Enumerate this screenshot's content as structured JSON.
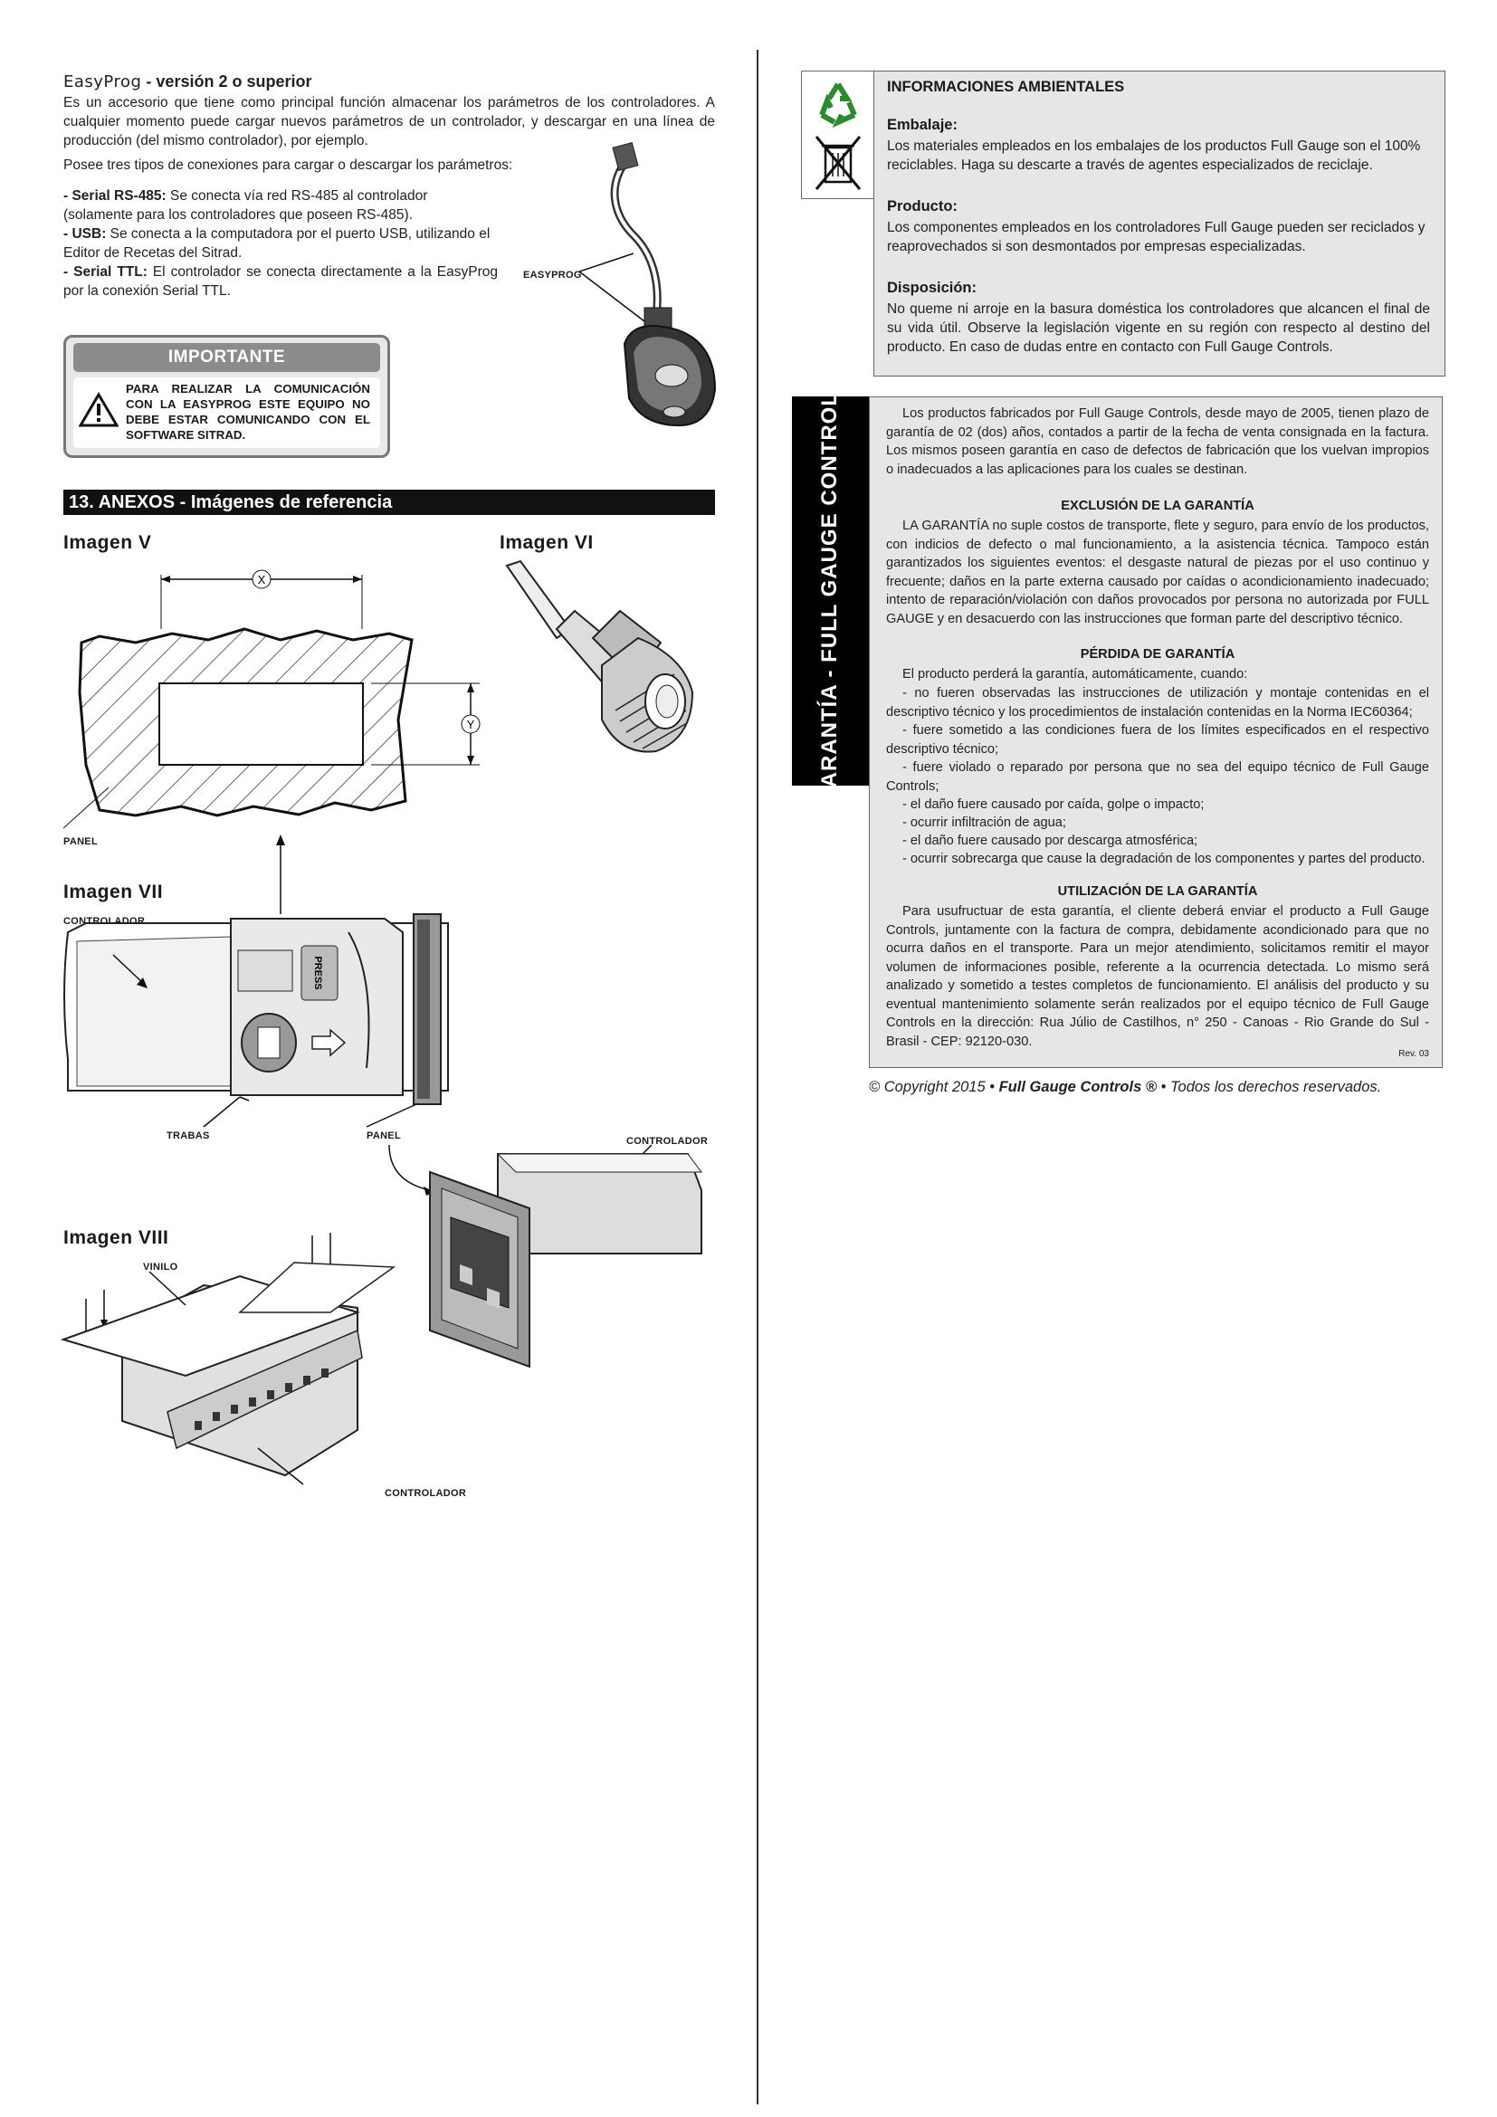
{
  "easyprog": {
    "title_brand": "EasyProg",
    "title_rest": " - versión 2 o superior",
    "intro": "Es un accesorio que tiene como principal función almacenar los parámetros de los controladores. A cualquier momento puede cargar nuevos parámetros de un controlador, y descargar en una línea de producción (del mismo controlador), por ejemplo.",
    "types_intro": "Posee tres tipos de conexiones para cargar o descargar los parámetros:",
    "items": [
      {
        "label": "- Serial RS-485:",
        "text": " Se conecta vía red RS-485 al controlador (solamente para los controladores que poseen RS-485)."
      },
      {
        "label": "- USB:",
        "text": " Se conecta a la computadora por el puerto USB, utilizando el Editor de Recetas del Sitrad."
      },
      {
        "label": "- Serial TTL:",
        "text": " El controlador se conecta directamente a la EasyProg por la conexión Serial TTL."
      }
    ],
    "figure_label": "EASYPROG"
  },
  "important": {
    "heading": "IMPORTANTE",
    "text": "PARA REALIZAR LA COMUNICACIÓN CON LA EASYPROG ESTE EQUIPO NO DEBE ESTAR COMUNICANDO CON EL SOFTWARE SITRAD."
  },
  "annexes": {
    "heading": "13. ANEXOS - Imágenes de referencia",
    "image_v": {
      "title": "Imagen V",
      "dim_x": "X",
      "dim_y": "Y",
      "panel_label": "PANEL"
    },
    "image_vi": {
      "title": "Imagen VI"
    },
    "image_vii": {
      "title": "Imagen VII",
      "controller_label": "CONTROLADOR",
      "locks_label": "TRABAS",
      "panel_label": "PANEL",
      "controller_label2": "CONTROLADOR",
      "press_label": "PRESS"
    },
    "image_viii": {
      "title": "Imagen VIII",
      "vinyl_label": "VINILO",
      "controller_label": "CONTROLADOR"
    }
  },
  "environment": {
    "heading": "INFORMACIONES AMBIENTALES",
    "packaging_h": "Embalaje:",
    "packaging": "Los materiales empleados en los embalajes de los productos Full Gauge son el 100% reciclables. Haga su descarte a través de agentes especializados de reciclaje.",
    "product_h": "Producto:",
    "product": "Los componentes empleados en los controladores Full Gauge pueden ser reciclados y reaprovechados si son desmontados por empresas especializadas.",
    "disposal_h": "Disposición:",
    "disposal": "No queme ni arroje en la basura doméstica los controladores que alcancen el final de su vida útil. Observe la legislación vigente en su región con respecto al destino del producto. En caso de dudas entre en contacto con Full Gauge Controls."
  },
  "warranty": {
    "side_label": "GARANTÍA - FULL GAUGE CONTROLS",
    "intro": "Los productos fabricados por Full Gauge Controls, desde mayo de 2005, tienen plazo de garantía de 02 (dos) años, contados a partir de la fecha de venta consignada en la factura. Los mismos poseen garantía en caso de defectos de fabricación que los vuelvan impropios o inadecuados a las aplicaciones para los cuales se destinan.",
    "exclusion_h": "EXCLUSIÓN DE LA GARANTÍA",
    "exclusion": "LA GARANTÍA no suple costos de transporte, flete y seguro, para envío de los productos, con indicios de defecto o mal funcionamiento, a la asistencia técnica. Tampoco están garantizados los siguientes eventos: el desgaste natural de piezas por el uso continuo y frecuente; daños en la parte externa causado por caídas o acondicionamiento inadecuado; intento de reparación/violación con daños provocados por persona no autorizada por FULL GAUGE y en desacuerdo con las instrucciones que forman parte del descriptivo técnico.",
    "loss_h": "PÉRDIDA DE GARANTÍA",
    "loss_intro": "El producto perderá la garantía, automáticamente, cuando:",
    "loss_items": [
      "- no fueren observadas las instrucciones de utilización y montaje contenidas en el descriptivo técnico y los procedimientos de instalación contenidas en la Norma IEC60364;",
      "- fuere sometido a las condiciones fuera de los límites especificados en el respectivo descriptivo técnico;",
      "- fuere violado o reparado por persona que no sea del equipo técnico de Full Gauge Controls;",
      "- el daño fuere causado por caída, golpe o impacto;",
      "- ocurrir infiltración de agua;",
      "- el daño fuere causado por descarga atmosférica;",
      "- ocurrir sobrecarga que cause la degradación de los componentes y partes del producto."
    ],
    "use_h": "UTILIZACIÓN DE LA GARANTÍA",
    "use": "Para usufructuar de esta garantía, el cliente deberá enviar el producto a Full Gauge Controls, juntamente con la factura de compra, debidamente acondicionado para que no ocurra daños en el transporte. Para un mejor atendimiento, solicitamos remitir el mayor volumen de informaciones posible, referente a la ocurrencia detectada. Lo mismo será analizado y sometido a testes completos de funcionamiento. El análisis del producto y su eventual mantenimiento solamente serán realizados por el equipo técnico de Full Gauge Controls en la dirección: Rua Júlio de Castilhos, n° 250 - Canoas - Rio Grande do Sul - Brasil - CEP: 92120-030.",
    "rev": "Rev. 03"
  },
  "copyright": {
    "prefix": "© Copyright 2015 •",
    "brand": " Full Gauge Controls ®",
    "suffix": " • Todos los derechos reservados."
  }
}
